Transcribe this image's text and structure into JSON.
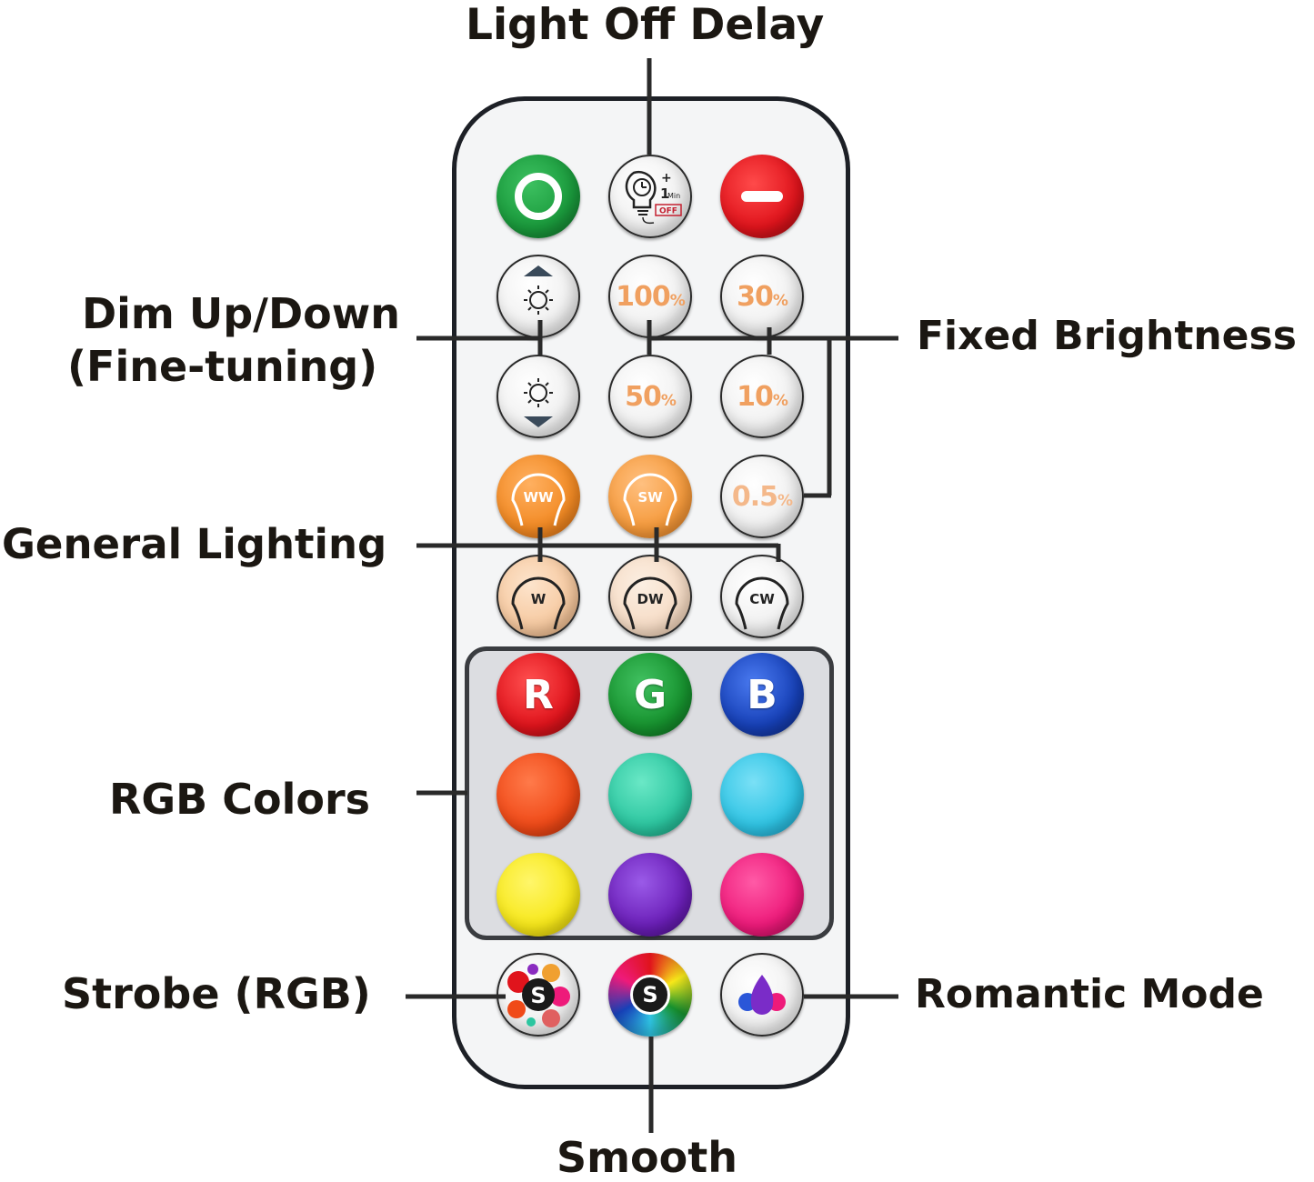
{
  "labels": {
    "light_off_delay": "Light Off Delay",
    "dim_up_down_line1": "Dim Up/Down",
    "dim_up_down_line2": "(Fine-tuning)",
    "fixed_brightness": "Fixed Brightness",
    "general_lighting": "General Lighting",
    "rgb_colors": "RGB Colors",
    "strobe_rgb": "Strobe (RGB)",
    "romantic_mode": "Romantic Mode",
    "smooth": "Smooth"
  },
  "buttons": {
    "delay_plus": "+",
    "delay_one": "1",
    "delay_min": "Min",
    "delay_off": "OFF",
    "b100": "100",
    "b30": "30",
    "b50": "50",
    "b10": "10",
    "b05": "0.5",
    "pct": "%",
    "ww": "WW",
    "sw": "SW",
    "w": "W",
    "dw": "DW",
    "cw": "CW",
    "r": "R",
    "g": "G",
    "b": "B",
    "s": "S"
  },
  "colors": {
    "on": "#1a9a3c",
    "off": "#e0141c",
    "red": "#e0141c",
    "green": "#17932f",
    "blue": "#1741b8",
    "orange_red": "#f04a18",
    "teal": "#2cc6a0",
    "cyan": "#2fc4e4",
    "yellow": "#f7e81a",
    "purple": "#6b1fb8",
    "pink": "#ee1a7a",
    "ww": "#f28a24",
    "sw": "#f59a3c",
    "w": "#f6c9a0",
    "dw": "#f6dcc6"
  }
}
